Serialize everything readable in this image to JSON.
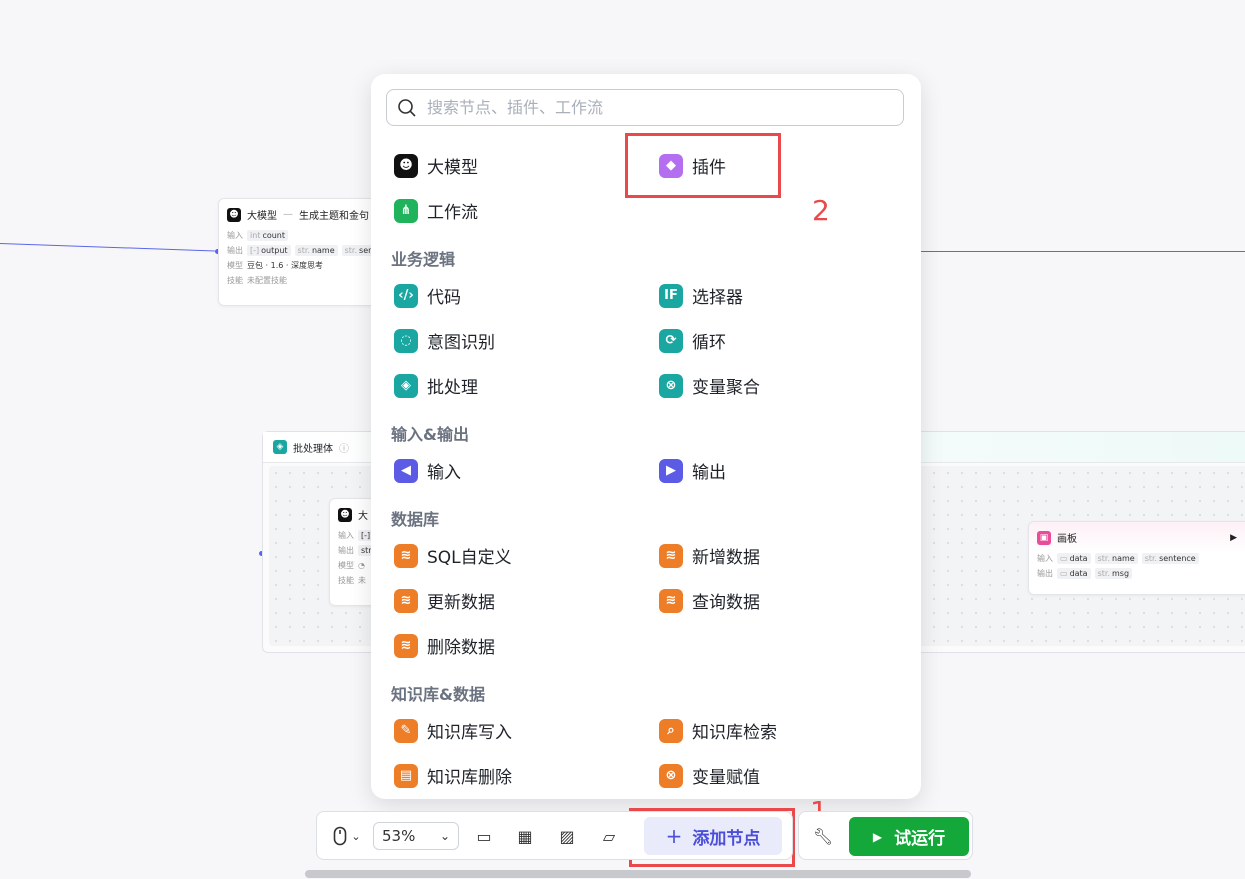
{
  "canvas": {
    "llm_node": {
      "title": "大模型",
      "subtitle": "生成主题和金句",
      "input_label": "输入",
      "input_type": "int",
      "input_name": "count",
      "output_label": "输出",
      "output_1_type": "[-]",
      "output_1_name": "output",
      "output_2_type": "str.",
      "output_2_name": "name",
      "output_3_type": "str.",
      "output_3_name": "sente",
      "model_label": "模型",
      "model_value": "豆包 · 1.6 · 深度思考",
      "skills_label": "技能",
      "skills_value": "未配置技能"
    },
    "batch_node": {
      "title": "批处理体",
      "inner_title": "大",
      "inner_rows": [
        {
          "label": "输入",
          "tag": "[-]"
        },
        {
          "label": "输出",
          "tag": "str"
        },
        {
          "label": "模型",
          "tag": "◔"
        },
        {
          "label": "技能",
          "tag": "未"
        }
      ]
    },
    "canvas_node": {
      "title": "画板",
      "input_label": "输入",
      "input_1_type": "▭",
      "input_1_name": "data",
      "input_2_type": "str.",
      "input_2_name": "name",
      "input_3_type": "str.",
      "input_3_name": "sentence",
      "output_label": "输出",
      "output_1_type": "▭",
      "output_1_name": "data",
      "output_2_type": "str.",
      "output_2_name": "msg"
    }
  },
  "menu": {
    "search_placeholder": "搜索节点、插件、工作流",
    "top_items": {
      "llm": "大模型",
      "plugin": "插件",
      "workflow": "工作流"
    },
    "sections": {
      "business_logic": {
        "title": "业务逻辑",
        "code": "代码",
        "selector": "选择器",
        "intent": "意图识别",
        "loop": "循环",
        "batch": "批处理",
        "var_agg": "变量聚合"
      },
      "io": {
        "title": "输入&输出",
        "input": "输入",
        "output": "输出"
      },
      "database": {
        "title": "数据库",
        "sql": "SQL自定义",
        "insert": "新增数据",
        "update": "更新数据",
        "query": "查询数据",
        "delete": "删除数据"
      },
      "knowledge": {
        "title": "知识库&数据",
        "kb_write": "知识库写入",
        "kb_search": "知识库检索",
        "kb_delete": "知识库删除",
        "var_assign": "变量赋值"
      }
    }
  },
  "annotations": {
    "one": "1",
    "two": "2"
  },
  "toolbar": {
    "zoom": "53%",
    "add_node": "添加节点",
    "run": "试运行"
  },
  "colors": {
    "accent": "#4b4fd8",
    "run_green": "#14a83b",
    "highlight_red": "#e9494a"
  }
}
